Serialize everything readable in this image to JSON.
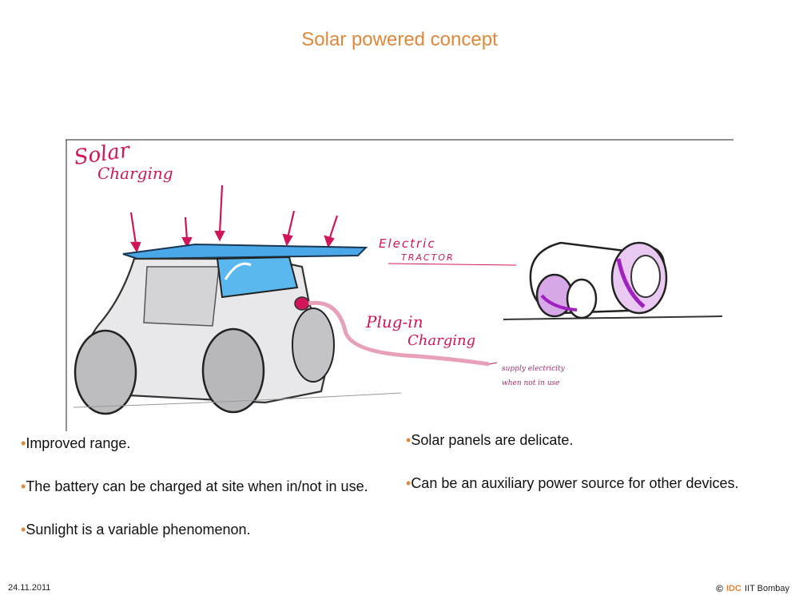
{
  "slide": {
    "title": "Solar powered concept"
  },
  "sketch": {
    "annotations": {
      "solar": "Solar",
      "charging": "Charging",
      "electric": "Electric",
      "tractor": "TRACTOR",
      "plug_in": "Plug-in",
      "plug_charging": "Charging",
      "note_line1": "supply electricity",
      "note_line2": "when not in use"
    }
  },
  "bullets": {
    "left": [
      {
        "bullet": "•",
        "text": "Improved range."
      },
      {
        "bullet": "•",
        "text": "The battery can be charged at site when in/not in use."
      },
      {
        "bullet": "•",
        "text": "Sunlight is a variable phenomenon."
      }
    ],
    "right": [
      {
        "bullet": "•",
        "text": "Solar panels are delicate."
      },
      {
        "bullet": "•",
        "text": "Can be an auxiliary power source for other devices."
      }
    ]
  },
  "footer": {
    "date": "24.11.2011",
    "copyright_symbol": "©",
    "brand_highlight": "IDC",
    "brand_rest": "IIT Bombay"
  },
  "colors": {
    "accent": "#e0883a",
    "sketch_magenta": "#d0155a",
    "sketch_purple": "#a020c0",
    "panel_blue": "#4aa8e8"
  }
}
